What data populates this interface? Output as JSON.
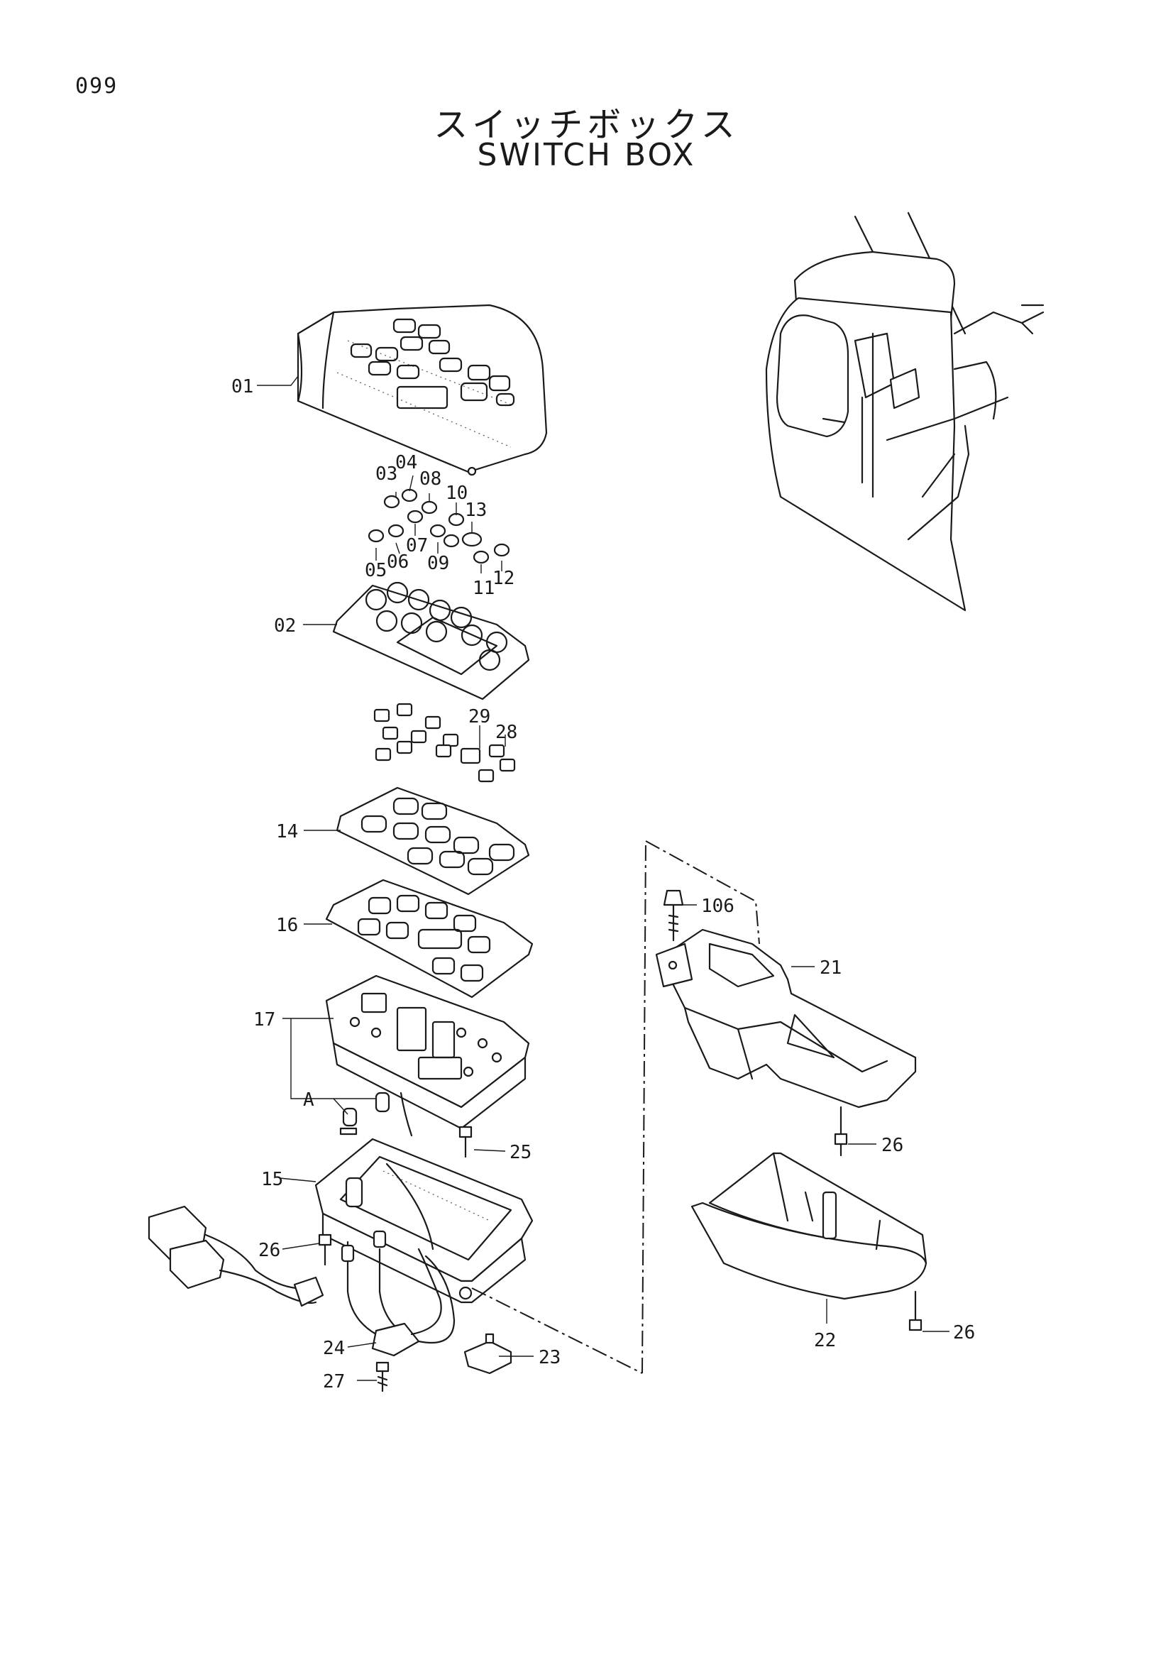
{
  "page": {
    "number": "099",
    "title_jp": "スイッチボックス",
    "title_en": "SWITCH  BOX"
  },
  "callouts": {
    "c01": "01",
    "c02": "02",
    "c03": "03",
    "c04": "04",
    "c05": "05",
    "c06": "06",
    "c07": "07",
    "c08": "08",
    "c09": "09",
    "c10": "10",
    "c11": "11",
    "c12": "12",
    "c13": "13",
    "c14": "14",
    "c15": "15",
    "c16": "16",
    "c17": "17",
    "c21": "21",
    "c22": "22",
    "c23": "23",
    "c24": "24",
    "c25": "25",
    "c26a": "26",
    "c26b": "26",
    "c26c": "26",
    "c27": "27",
    "c28": "28",
    "c29": "29",
    "c106": "106",
    "cA": "A"
  }
}
